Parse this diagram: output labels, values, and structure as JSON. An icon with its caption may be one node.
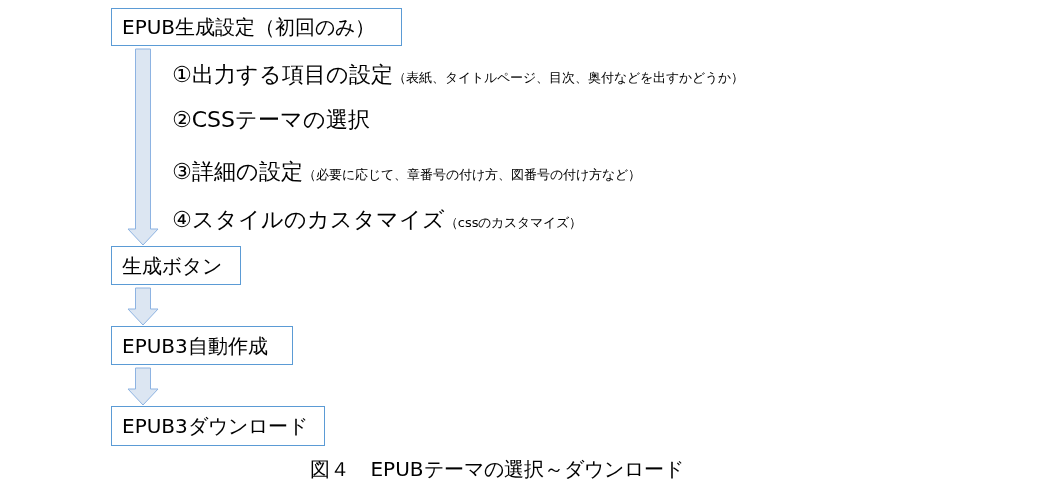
{
  "diagram": {
    "caption": "図４　EPUBテーマの選択～ダウンロード",
    "nodes": [
      {
        "text": [
          "EPUB生成設定（初回のみ）"
        ]
      },
      {
        "text": [
          "生成ボタン"
        ]
      },
      {
        "text": [
          "EPUB3自動作成"
        ]
      },
      {
        "text": [
          "EPUB3ダウンロード"
        ]
      }
    ],
    "edges": [
      {
        "from": 0,
        "to": 1,
        "arrow": "to"
      },
      {
        "from": 1,
        "to": 2,
        "arrow": "to"
      },
      {
        "from": 2,
        "to": 3,
        "arrow": "to"
      }
    ],
    "labels": [
      "①出力する項目の設定",
      "（表紙、タイトルページ、目次、奥付などを出すかどうか）",
      "②CSSテーマの選択",
      "③詳細の設定",
      "（必要に応じて、章番号の付け方、図番号の付け方など）",
      "④スタイルのカスタマイズ",
      "（cssのカスタマイズ）"
    ]
  }
}
